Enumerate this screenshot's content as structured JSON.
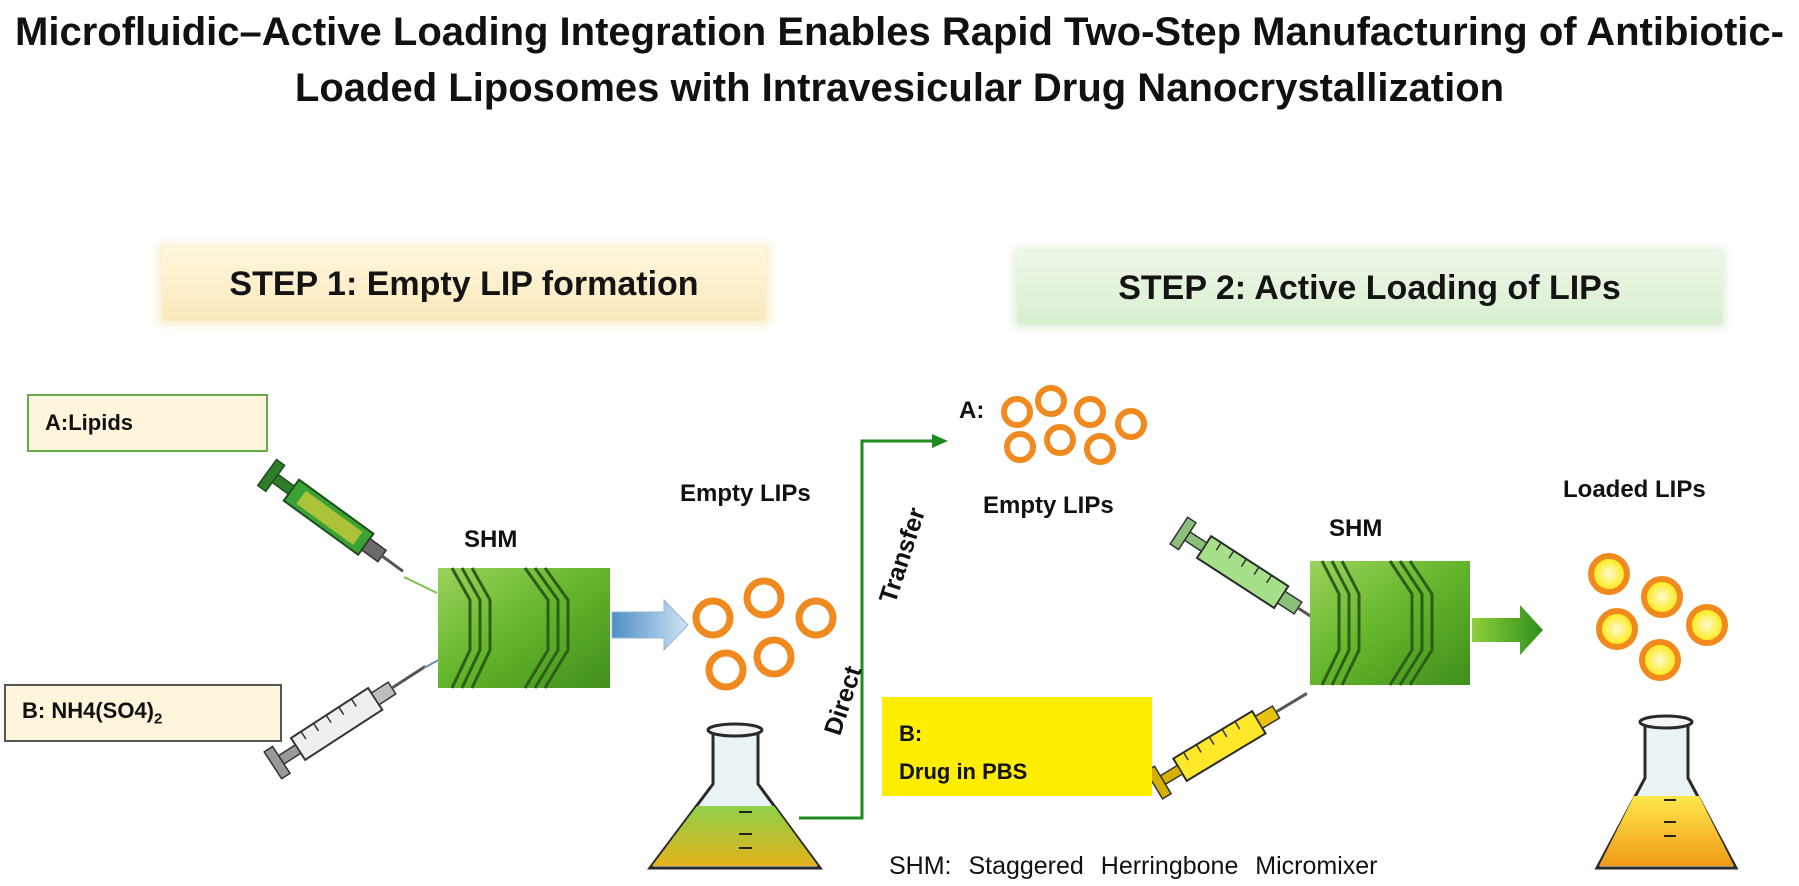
{
  "title": {
    "line1": "Microfluidic–Active Loading Integration Enables Rapid Two-Step Manufacturing of Antibiotic-",
    "line2": "Loaded Liposomes with Intravesicular Drug Nanocrystallization"
  },
  "step1": {
    "label": "STEP 1: Empty LIP formation"
  },
  "step2": {
    "label": "STEP 2: Active Loading of LIPs"
  },
  "inputs": {
    "a_lipids": "A:Lipids",
    "b_salt_main": "B: NH4(SO4)",
    "b_salt_sub": "2",
    "step2_a": "A:",
    "step2_b_line1": "B:",
    "step2_b_line2": "Drug in PBS"
  },
  "labels": {
    "shm_1": "SHM",
    "shm_2": "SHM",
    "empty_lips_1": "Empty LIPs",
    "empty_lips_2": "Empty LIPs",
    "loaded_lips": "Loaded LIPs",
    "direct": "Direct",
    "transfer": "Transfer"
  },
  "legend": "SHM:  Staggered Herringbone Micromixer",
  "colors": {
    "mixer_green": "#64b52c",
    "liposome_orange": "#f08a1e",
    "drug_yellow": "#ffee00",
    "arrow_green": "#1f8a1f"
  }
}
